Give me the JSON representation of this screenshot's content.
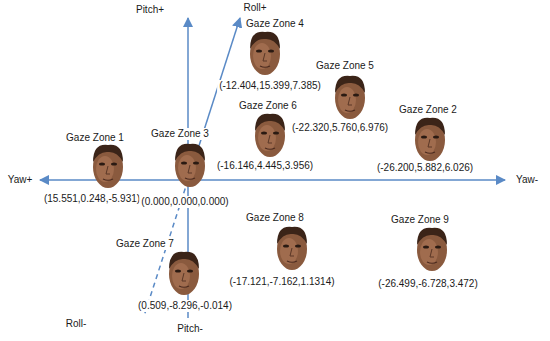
{
  "diagram": {
    "labels": [
      "Pitch+",
      "Roll+",
      "Gaze Zone 4",
      "(-12.404,15.399,7.385)",
      "Gaze Zone 5",
      "(-22.320,5.760,6.976)",
      "Gaze Zone 6",
      "Gaze Zone 2",
      "Gaze Zone 1",
      "Gaze Zone 3",
      "(-16.146,4.445,3.956)",
      "(-26.200,5.882,6.026)",
      "Yaw+",
      "Yaw-",
      "(15.551,0.248,-5.931)",
      "(0.000,0.000,0.000)",
      "Gaze Zone 8",
      "Gaze Zone 9",
      "Gaze Zone 7",
      "(-17.121,-7.162,1.1314)",
      "(-26.499,-6.728,3.472)",
      "(0.509,-8.296,-0.014)",
      "Roll-",
      "Pitch-"
    ]
  }
}
